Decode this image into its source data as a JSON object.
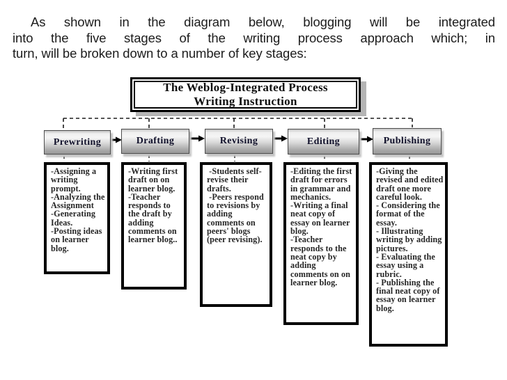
{
  "intro": {
    "lines": [
      "As shown in the diagram below, blogging will be integrated",
      "into the five stages of the writing process approach which; in",
      "turn, will be broken down to a number of key stages:"
    ]
  },
  "diagram": {
    "title_lines": [
      "The Weblog-Integrated Process",
      "Writing Instruction"
    ],
    "stages": [
      {
        "label": "Prewriting",
        "details": [
          "-Assigning a writing prompt.",
          "-Analyzing the Assignment",
          "-Generating Ideas.",
          "-Posting ideas on learner blog."
        ]
      },
      {
        "label": "Drafting",
        "details": [
          "-Writing first draft on on learner blog.",
          "-Teacher responds to the draft by adding comments on learner blog.."
        ]
      },
      {
        "label": "Revising",
        "details": [
          " -Students self-revise their drafts.",
          " -Peers respond to revisions by adding comments on peers' blogs (peer revising)."
        ]
      },
      {
        "label": "Editing",
        "details": [
          "-Editing the first draft for errors in grammar and mechanics.",
          "-Writing a final neat copy of essay on learner blog.",
          "-Teacher responds to the neat copy by adding comments on on learner blog."
        ]
      },
      {
        "label": "Publishing",
        "details": [
          "-Giving the revised and edited draft one more careful look.",
          "- Considering the format of the essay.",
          "- Illustrating writing by adding pictures.",
          "- Evaluating the essay using a rubric.",
          "- Publishing the final neat copy of essay on learner blog."
        ]
      }
    ]
  },
  "colors": {
    "background": "#ffffff",
    "ink": "#1a1a1a",
    "stage_fill_top": "#f5f5f5",
    "stage_fill_bottom": "#989898",
    "shadow": "#b5b5b5",
    "border": "#000000"
  }
}
